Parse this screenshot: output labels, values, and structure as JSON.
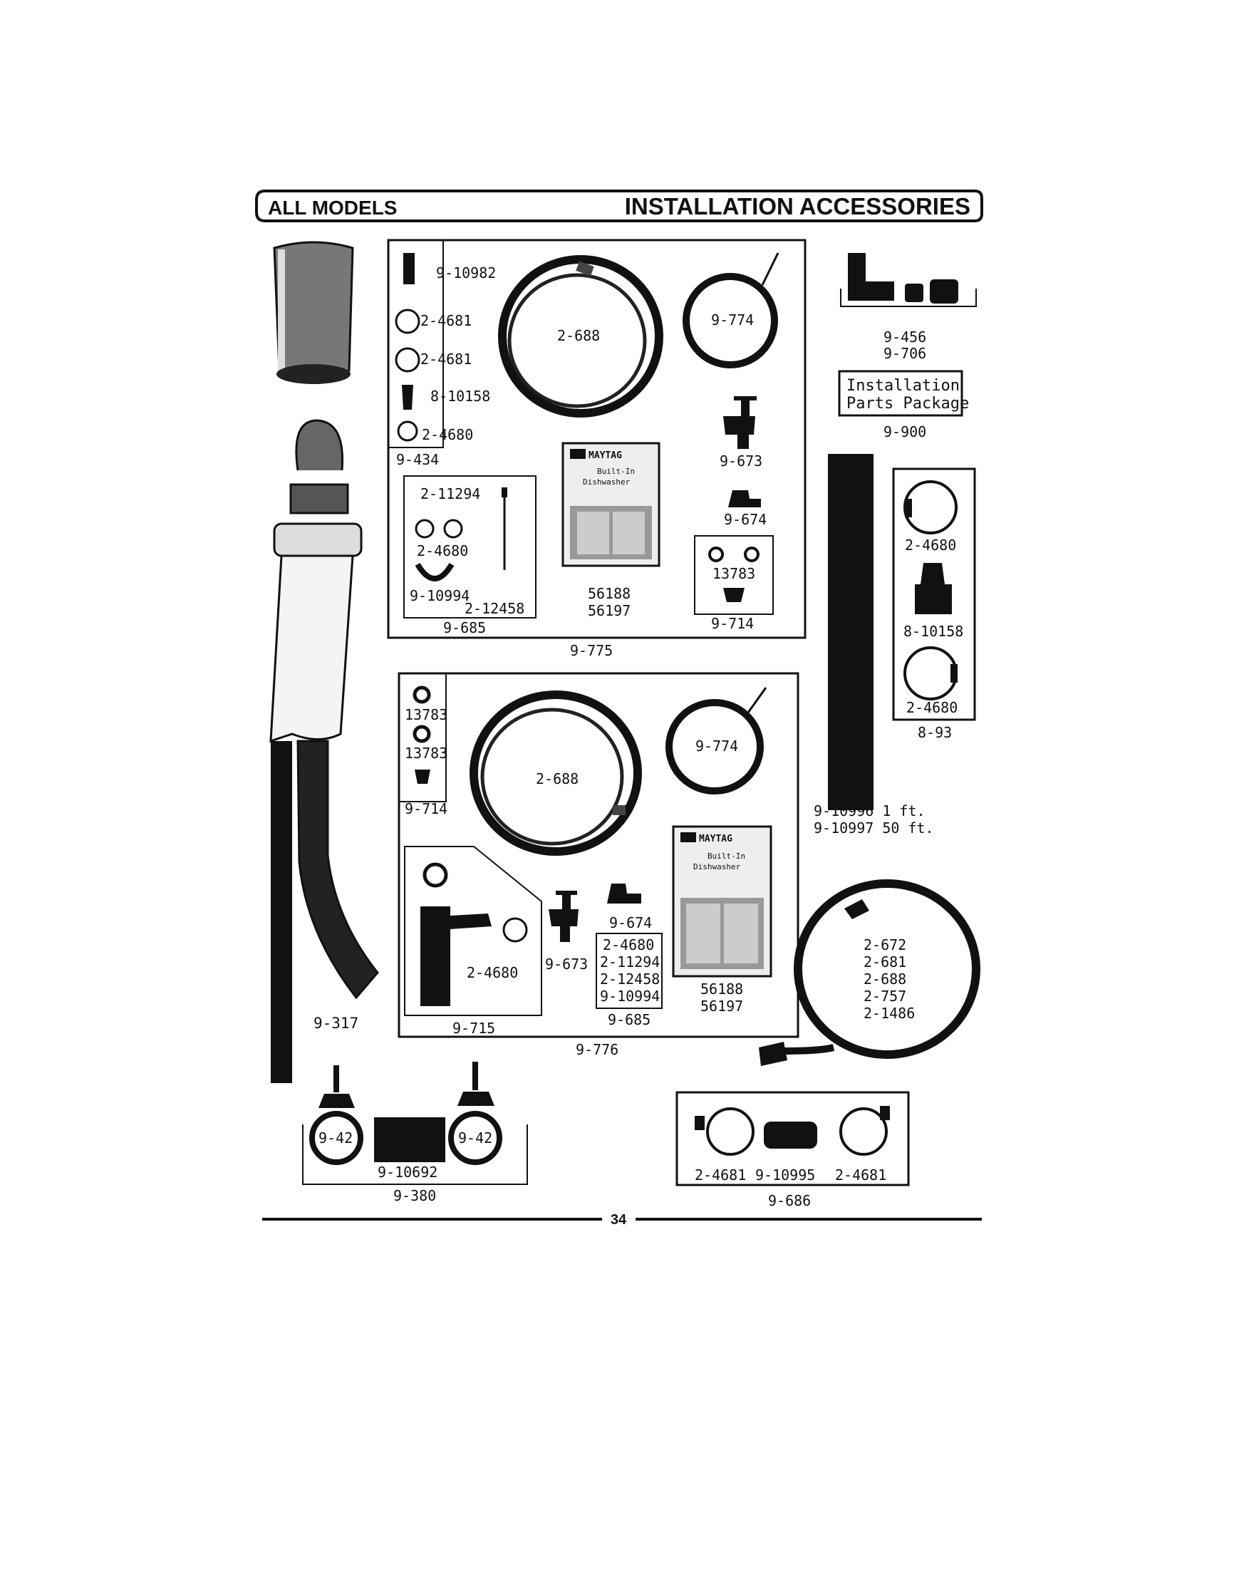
{
  "header": {
    "left": "ALL MODELS",
    "right": "INSTALLATION ACCESSORIES"
  },
  "page_number": "34",
  "labels": {
    "k1_9_10982": "9-10982",
    "k1_2_4681a": "2-4681",
    "k1_2_4681b": "2-4681",
    "k1_8_10158": "8-10158",
    "k1_2_4680": "2-4680",
    "k1_9_434": "9-434",
    "k1_2_688": "2-688",
    "k1_9_774": "9-774",
    "k1_9_673": "9-673",
    "k1_9_674": "9-674",
    "k1_2_11294": "2-11294",
    "k1_2_4680b": "2-4680",
    "k1_9_10994": "9-10994",
    "k1_2_12458": "2-12458",
    "k1_9_685": "9-685",
    "k1_56188": "56188",
    "k1_56197": "56197",
    "k1_13783": "13783",
    "k1_9_714": "9-714",
    "k1_9_775": "9-775",
    "r_9_456": "9-456",
    "r_9_706": "9-706",
    "r_install_1": "Installation",
    "r_install_2": "Parts Package",
    "r_9_900": "9-900",
    "r_2_4680a": "2-4680",
    "r_8_10158": "8-10158",
    "r_2_4680b": "2-4680",
    "r_8_93": "8-93",
    "r_9_10996": "9-10996 1 ft.",
    "r_9_10997": "9-10997 50 ft.",
    "k2_13783a": "13783",
    "k2_13783b": "13783",
    "k2_9_714": "9-714",
    "k2_2_688": "2-688",
    "k2_9_774": "9-774",
    "k2_2_4680": "2-4680",
    "k2_9_715": "9-715",
    "k2_9_673": "9-673",
    "k2_9_674": "9-674",
    "k2_list_1": "2-4680",
    "k2_list_2": "2-11294",
    "k2_list_3": "2-12458",
    "k2_list_4": "9-10994",
    "k2_9_685": "9-685",
    "k2_56188": "56188",
    "k2_56197": "56197",
    "k2_9_776": "9-776",
    "h_2_672": "2-672",
    "h_2_681": "2-681",
    "h_2_688": "2-688",
    "h_2_757": "2-757",
    "h_2_1486": "2-1486",
    "l_9_317": "9-317",
    "b_9_42a": "9-42",
    "b_9_42b": "9-42",
    "b_9_10692": "9-10692",
    "b_9_380": "9-380",
    "b_2_4681a": "2-4681",
    "b_9_10995": "9-10995",
    "b_2_4681b": "2-4681",
    "b_9_686": "9-686"
  },
  "package_art": {
    "brand": "MAYTAG",
    "line1": "Built-In",
    "line2": "Dishwasher"
  }
}
